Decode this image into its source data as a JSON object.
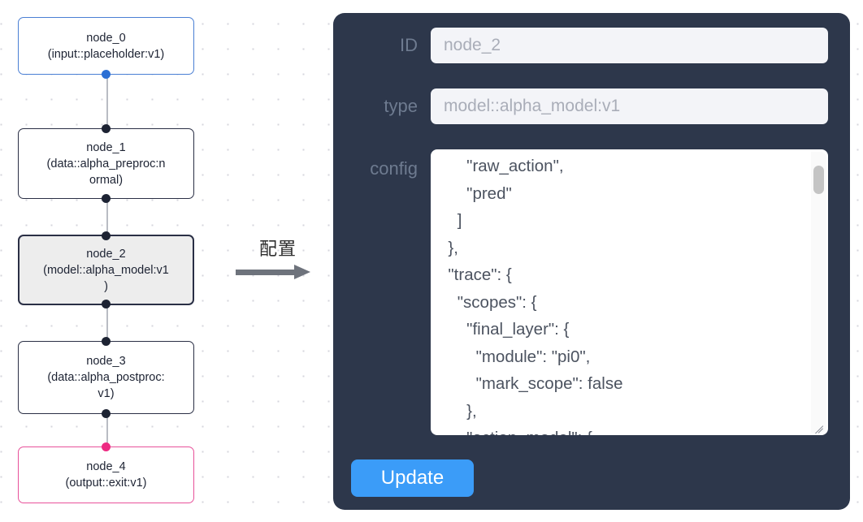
{
  "canvas": {
    "background_color": "#ffffff",
    "dot_color": "#d6d6dd",
    "nodes": [
      {
        "id": "node_0",
        "title": "node_0",
        "subtitle": "(input::placeholder:v1)",
        "kind": "input",
        "border_color": "#4a7fd4",
        "handle_color": "#2b6fd4",
        "selected": false
      },
      {
        "id": "node_1",
        "title": "node_1",
        "subtitle": "(data::alpha_preproc:normal)",
        "subtitle_line1": "(data::alpha_preproc:n",
        "subtitle_line2": "ormal)",
        "kind": "process",
        "border_color": "#2a2f45",
        "handle_color": "#1d2333",
        "selected": false
      },
      {
        "id": "node_2",
        "title": "node_2",
        "subtitle": "(model::alpha_model:v1)",
        "subtitle_line1": "(model::alpha_model:v1",
        "subtitle_line2": ")",
        "kind": "model",
        "border_color": "#2a2f45",
        "handle_color": "#1d2333",
        "selected": true,
        "fill_color": "#ededed"
      },
      {
        "id": "node_3",
        "title": "node_3",
        "subtitle": "(data::alpha_postproc:v1)",
        "subtitle_line1": "(data::alpha_postproc:",
        "subtitle_line2": "v1)",
        "kind": "process",
        "border_color": "#2a2f45",
        "handle_color": "#1d2333",
        "selected": false
      },
      {
        "id": "node_4",
        "title": "node_4",
        "subtitle": "(output::exit:v1)",
        "kind": "output",
        "border_color": "#e8519a",
        "handle_color": "#ed2a82",
        "selected": false
      }
    ],
    "edges": [
      {
        "from": "node_0",
        "to": "node_1"
      },
      {
        "from": "node_1",
        "to": "node_2"
      },
      {
        "from": "node_2",
        "to": "node_3"
      },
      {
        "from": "node_3",
        "to": "node_4"
      }
    ]
  },
  "annotation": {
    "label": "配置",
    "arrow_color": "#6e737c",
    "direction": "right"
  },
  "inspector": {
    "panel_color": "#2d374b",
    "label_color": "#6e7b90",
    "fields": [
      {
        "label": "ID",
        "value": "node_2",
        "placeholder": "ID"
      },
      {
        "label": "type",
        "value": "model::alpha_model:v1",
        "placeholder": "type"
      }
    ],
    "config": {
      "label": "config",
      "value": "      \"raw_action\",\n      \"pred\"\n    ]\n  },\n  \"trace\": {\n    \"scopes\": {\n      \"final_layer\": {\n        \"module\": \"pi0\",\n        \"mark_scope\": false\n      },\n      \"action_model\": {",
      "lines": [
        "      \"raw_action\",",
        "      \"pred\"",
        "    ]",
        "  },",
        "  \"trace\": {",
        "    \"scopes\": {",
        "      \"final_layer\": {",
        "        \"module\": \"pi0\",",
        "        \"mark_scope\": false",
        "      },",
        "      \"action_model\": {"
      ],
      "scrollbar_visible": true,
      "resizable": true
    },
    "update_button": {
      "label": "Update",
      "color": "#3b9cf8",
      "text_color": "#ffffff"
    }
  }
}
